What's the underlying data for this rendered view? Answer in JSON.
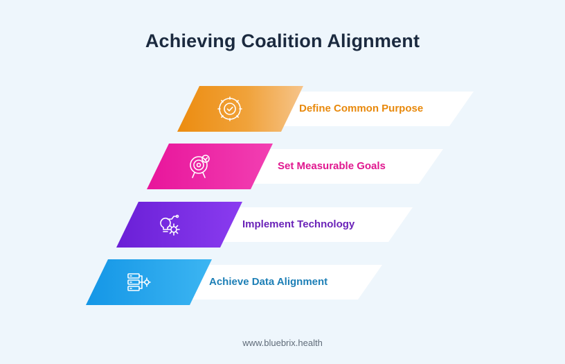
{
  "title": "Achieving Coalition Alignment",
  "footer": "www.bluebrix.health",
  "steps": [
    {
      "label": "Define Common Purpose",
      "icon": "target-check-icon",
      "color": "#e8890c"
    },
    {
      "label": "Set Measurable Goals",
      "icon": "bullseye-easel-icon",
      "color": "#e0188f"
    },
    {
      "label": "Implement Technology",
      "icon": "lightbulb-gear-icon",
      "color": "#6a22b8"
    },
    {
      "label": "Achieve Data Alignment",
      "icon": "server-network-icon",
      "color": "#1d7fb6"
    }
  ]
}
